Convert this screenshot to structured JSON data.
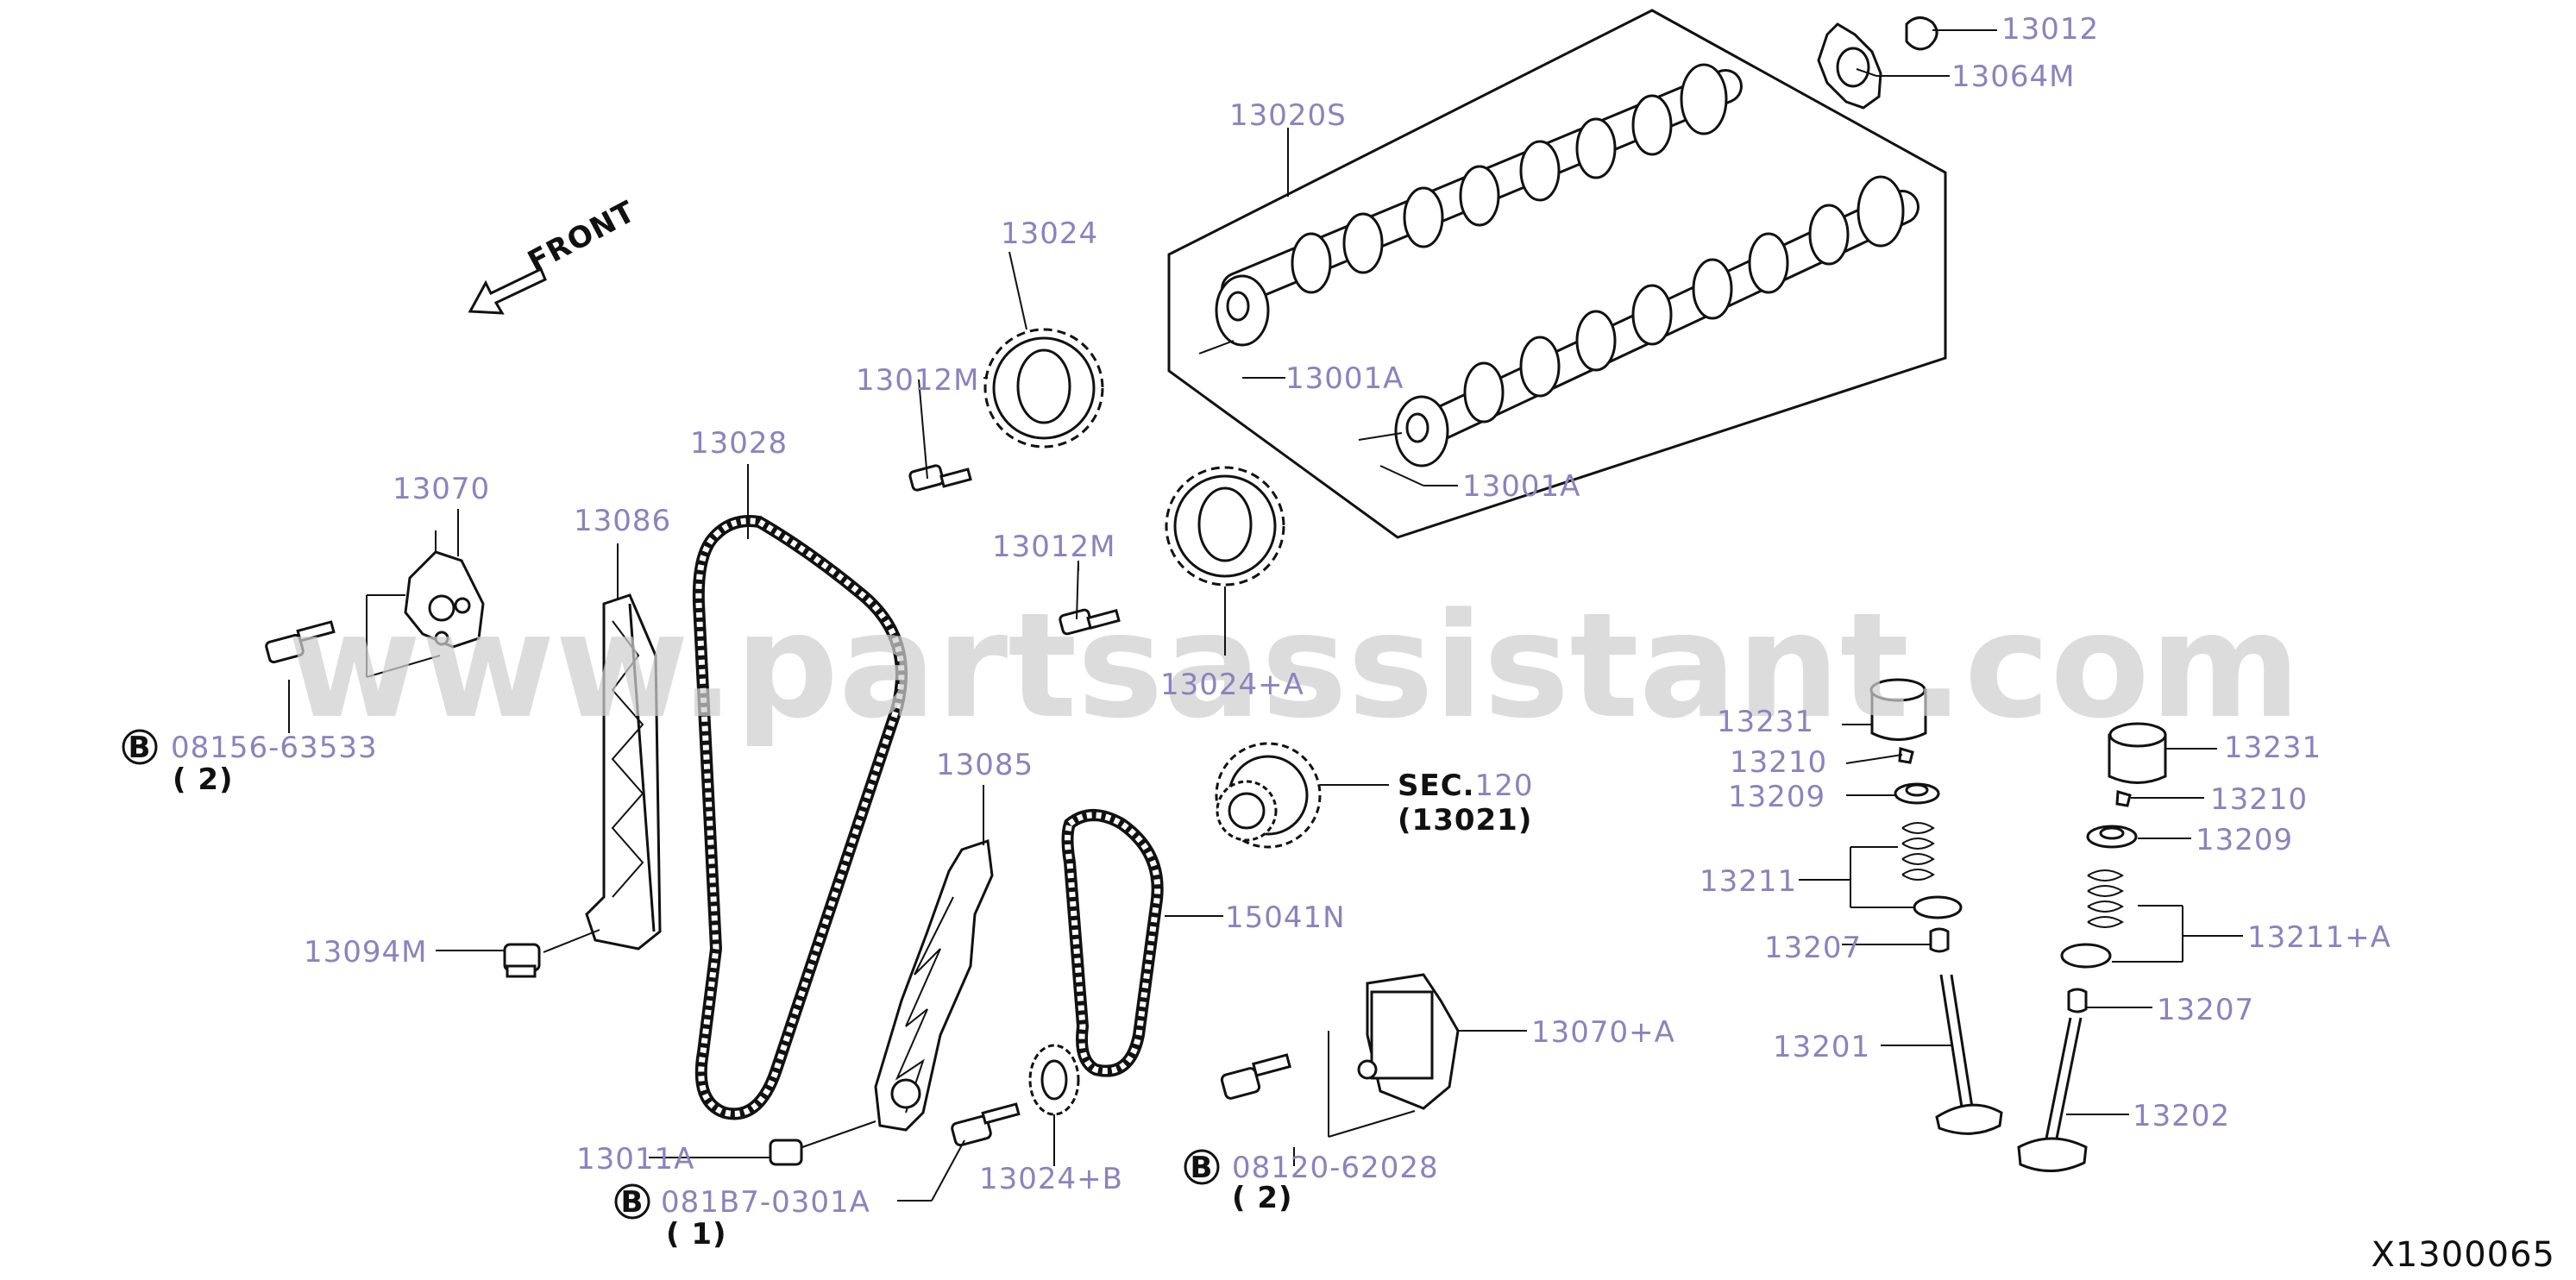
{
  "diagram": {
    "watermark": "www.partsassistant.com",
    "drawing_code": "X1300065",
    "front_indicator": "FRONT",
    "parts": {
      "p13012": "13012",
      "p13064M": "13064M",
      "p13020S": "13020S",
      "p13001A_1": "13001A",
      "p13001A_2": "13001A",
      "p13024": "13024",
      "p13012M_1": "13012M",
      "p13012M_2": "13012M",
      "p13024A": "13024+A",
      "p13028": "13028",
      "p13070": "13070",
      "p13086": "13086",
      "p13085": "13085",
      "p13094M": "13094M",
      "p13011A": "13011A",
      "p13024B": "13024+B",
      "p15041N": "15041N",
      "p13070A": "13070+A",
      "p13231_1": "13231",
      "p13210_1": "13210",
      "p13209_1": "13209",
      "p13211": "13211",
      "p13207_1": "13207",
      "p13201": "13201",
      "p13231_2": "13231",
      "p13210_2": "13210",
      "p13209_2": "13209",
      "p13211A": "13211+A",
      "p13207_2": "13207",
      "p13202": "13202"
    },
    "sec_ref": {
      "prefix": "SEC.",
      "number": "120",
      "code": "(13021)"
    },
    "bolt_refs": [
      {
        "badge": "B",
        "part_no": "08156-63533",
        "qty": "( 2)"
      },
      {
        "badge": "B",
        "part_no": "081B7-0301A",
        "qty": "( 1)"
      },
      {
        "badge": "B",
        "part_no": "08120-62028",
        "qty": "( 2)"
      }
    ]
  },
  "colors": {
    "label": "#8c82bd",
    "line": "#111111",
    "watermark": "#cfcfcf"
  }
}
